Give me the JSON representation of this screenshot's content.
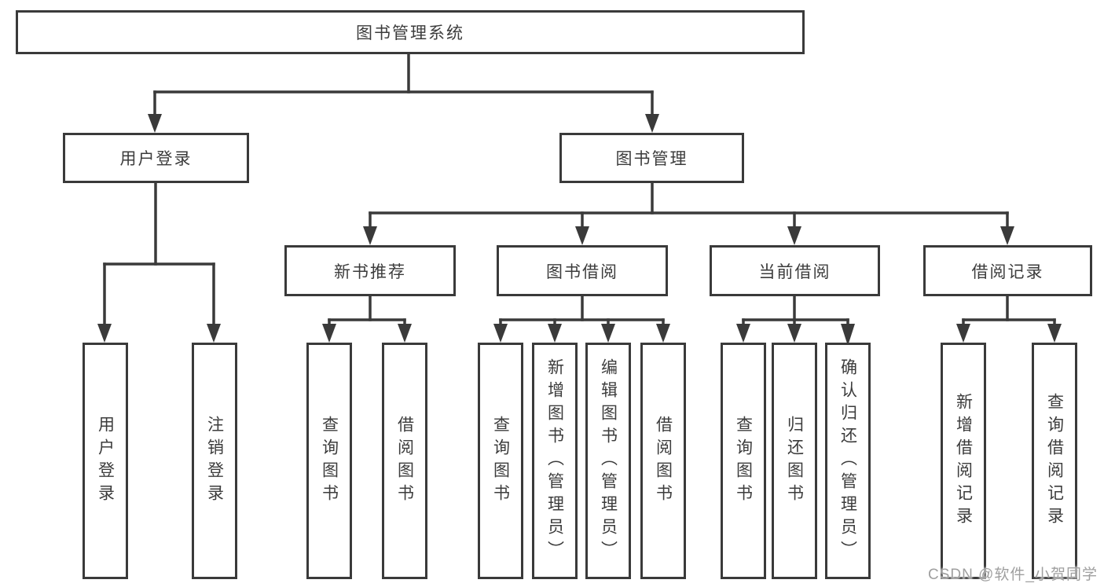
{
  "tree": {
    "label": "图书管理系统",
    "children": [
      {
        "label": "用户登录",
        "children": [
          {
            "label": "用户登录"
          },
          {
            "label": "注销登录"
          }
        ]
      },
      {
        "label": "图书管理",
        "children": [
          {
            "label": "新书推荐",
            "children": [
              {
                "label": "查询图书"
              },
              {
                "label": "借阅图书"
              }
            ]
          },
          {
            "label": "图书借阅",
            "children": [
              {
                "label": "查询图书"
              },
              {
                "label": "新增图书（管理员）"
              },
              {
                "label": "编辑图书（管理员）"
              },
              {
                "label": "借阅图书"
              }
            ]
          },
          {
            "label": "当前借阅",
            "children": [
              {
                "label": "查询图书"
              },
              {
                "label": "归还图书"
              },
              {
                "label": "确认归还（管理员）"
              }
            ]
          },
          {
            "label": "借阅记录",
            "children": [
              {
                "label": "新增借阅记录"
              },
              {
                "label": "查询借阅记录"
              }
            ]
          }
        ]
      }
    ]
  },
  "watermark": "CSDN @软件_小贺同学",
  "colors": {
    "line": "#3a3a3a",
    "box_border": "#3a3a3a",
    "text": "#3c3c3c",
    "watermark": "#9f9f9f",
    "background": "#ffffff"
  }
}
